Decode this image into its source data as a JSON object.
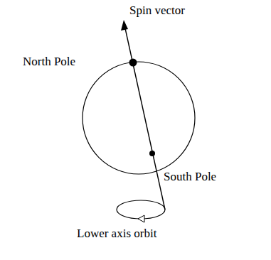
{
  "diagram": {
    "labels": [
      "Spin vector",
      "North Pole",
      "South Pole",
      "Lower axis orbit"
    ]
  }
}
